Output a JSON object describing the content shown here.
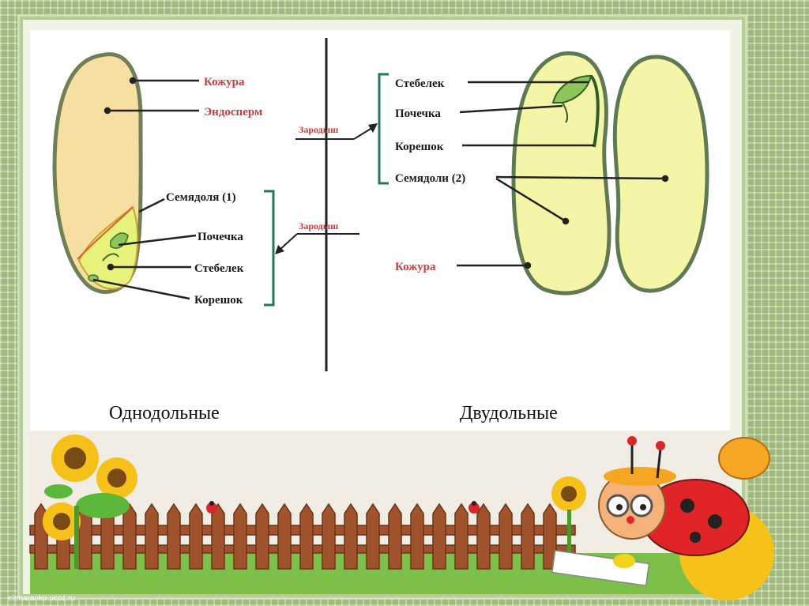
{
  "monocot": {
    "title": "Однодольные",
    "labels": {
      "seed_coat": "Кожура",
      "endosperm": "Эндосперм",
      "cotyledon": "Семядоля (1)",
      "bud": "Почечка",
      "stem": "Стебелек",
      "root": "Корешок",
      "embryo": "Зародыш"
    }
  },
  "dicot": {
    "title": "Двудольные",
    "labels": {
      "stem": "Стебелек",
      "bud": "Почечка",
      "root": "Корешок",
      "cotyledons": "Семядоли (2)",
      "seed_coat": "Кожура",
      "embryo": "Зародыш"
    }
  },
  "footer": {
    "site": "elenaranko.ucoz.ru"
  },
  "colors": {
    "background": "#9fb97a",
    "endosperm_fill": "#f6dfa0",
    "embryo_fill": "#e6f27a",
    "cotyledon_fill": "#f5f5a8",
    "coat_stroke": "#5f7a52",
    "bracket": "#1f7a5a",
    "red_label": "#d23a3a"
  }
}
